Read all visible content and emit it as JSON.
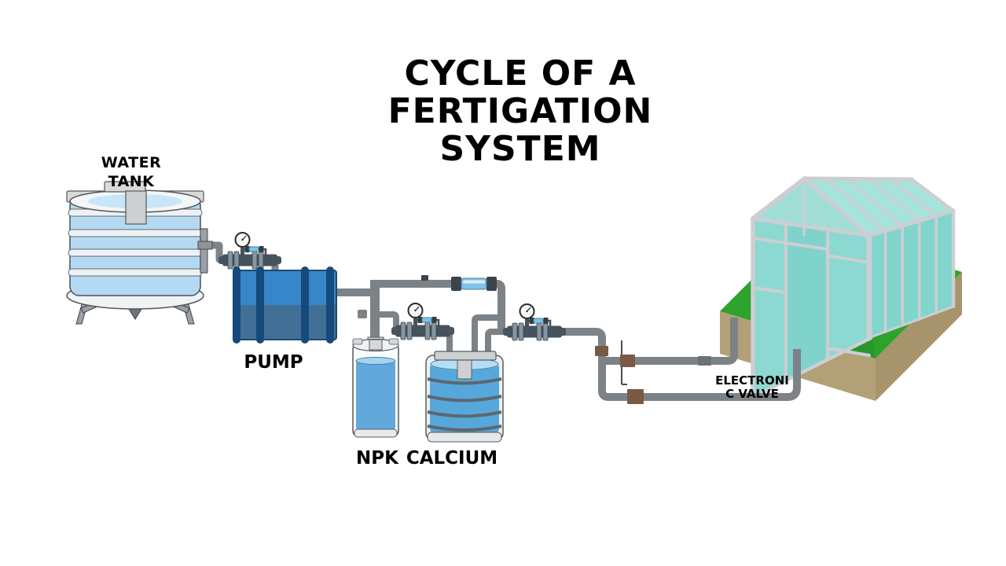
{
  "title": {
    "line1": "CYCLE OF A",
    "line2": "FERTIGATION",
    "line3": "SYSTEM"
  },
  "labels": {
    "water_tank_line1": "WATER",
    "water_tank_line2": "TANK",
    "pump": "PUMP",
    "npk": "NPK",
    "calcium": "CALCIUM",
    "electronic_valve_line1": "ELECTRONI",
    "electronic_valve_line2": "C VALVE"
  },
  "diagram": {
    "type": "process-flow",
    "components": [
      "WATER TANK",
      "PUMP",
      "NPK",
      "CALCIUM",
      "ELECTRONIC VALVE"
    ]
  },
  "colors": {
    "pipe": "#7d8286",
    "pipe_dark": "#6b7276",
    "valve": "#46525c",
    "flange": "#8795a1",
    "tube": "#7fc4e9",
    "gauge": "#f8f8f8",
    "connector": "#7a5a44",
    "water": "#b5d9f2",
    "water_surface": "#c9e6f8",
    "liquid": "#61a9dc",
    "liquid2": "#57a8da",
    "pump_top": "#3786c9",
    "pump_bottom": "#426f96",
    "pump_band": "#164a7b",
    "grass": "#2da32c",
    "grass_dark": "#28962a",
    "soil_left": "#b2a077",
    "soil_right": "#a7946c",
    "glass": "#8cd9d1",
    "glass_light": "#a0ded6",
    "glass_roof": "#a6e3db",
    "frame": "#cdced2"
  }
}
